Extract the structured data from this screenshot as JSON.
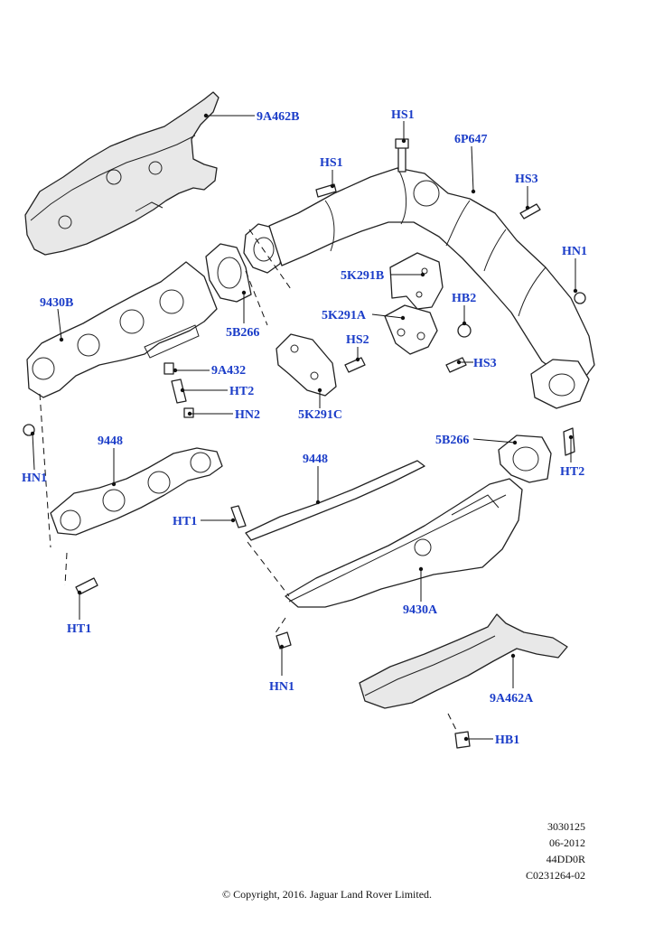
{
  "callouts": {
    "heatshield_upper": "9A462B",
    "hs1_top": "HS1",
    "pipe_6p647": "6P647",
    "hs1_left": "HS1",
    "hs3_top": "HS3",
    "hn1_right": "HN1",
    "manifold_left": "9430B",
    "gasket_5b266_upper": "5B266",
    "bracket_5k291b": "5K291B",
    "hb2": "HB2",
    "bracket_5k291a": "5K291A",
    "hs2": "HS2",
    "hs3_mid": "HS3",
    "spacer_9a432": "9A432",
    "ht2_left": "HT2",
    "hn2": "HN2",
    "bracket_5k291c": "5K291C",
    "hn1_left": "HN1",
    "gasket_9448_left": "9448",
    "gasket_5b266_lower": "5B266",
    "ht2_right": "HT2",
    "gasket_9448_right": "9448",
    "ht1_mid": "HT1",
    "manifold_right": "9430A",
    "ht1_bottom": "HT1",
    "hn1_bottom": "HN1",
    "heatshield_lower": "9A462A",
    "hb1": "HB1"
  },
  "meta": {
    "illustration_number": "3030125",
    "date": "06-2012",
    "model_code": "44DD0R",
    "catalogue_ref": "C0231264-02"
  },
  "copyright": "© Copyright, 2016. Jaguar Land Rover Limited.",
  "colors": {
    "callout": "#1a3cc8",
    "line": "#222222"
  }
}
